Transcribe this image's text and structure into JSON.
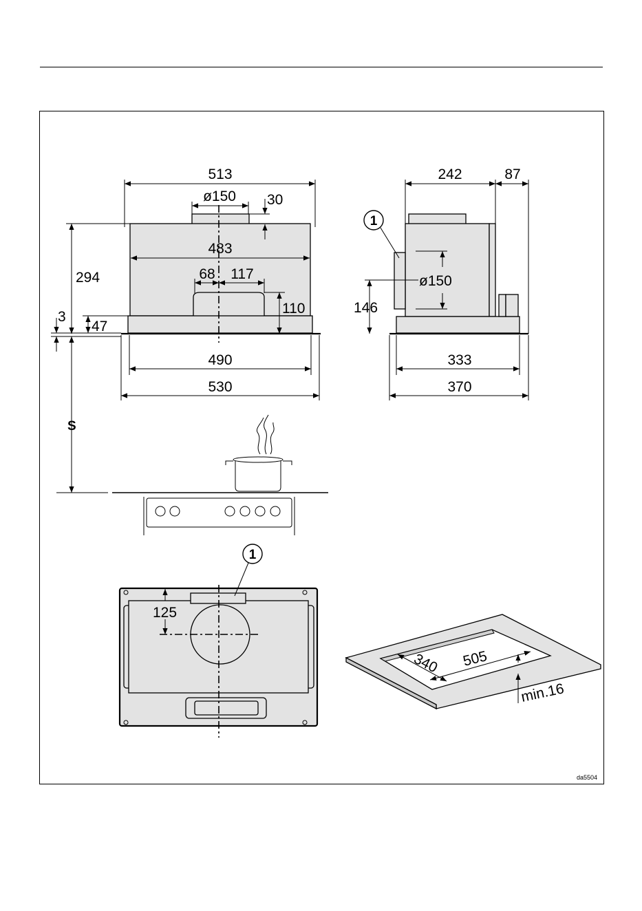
{
  "drawing": {
    "front_view": {
      "width_top": "513",
      "outlet_diameter": "ø150",
      "outlet_height": "30",
      "height_total": "294",
      "inner_width": "483",
      "offset_left": "68",
      "offset_right": "117",
      "filter_height": "110",
      "plate_thickness": "3",
      "base_height": "47",
      "cutout_width": "490",
      "overall_width": "530",
      "clearance_label": "S"
    },
    "side_view": {
      "depth": "242",
      "rear_offset": "87",
      "callout": "1",
      "outlet_diameter": "ø150",
      "outlet_center_height": "146",
      "cutout_depth": "333",
      "overall_depth": "370"
    },
    "top_view": {
      "callout": "1",
      "outlet_offset": "125"
    },
    "cutout_view": {
      "depth": "340",
      "width": "505",
      "min_thickness": "min.16"
    },
    "drawing_id": "da5504"
  }
}
